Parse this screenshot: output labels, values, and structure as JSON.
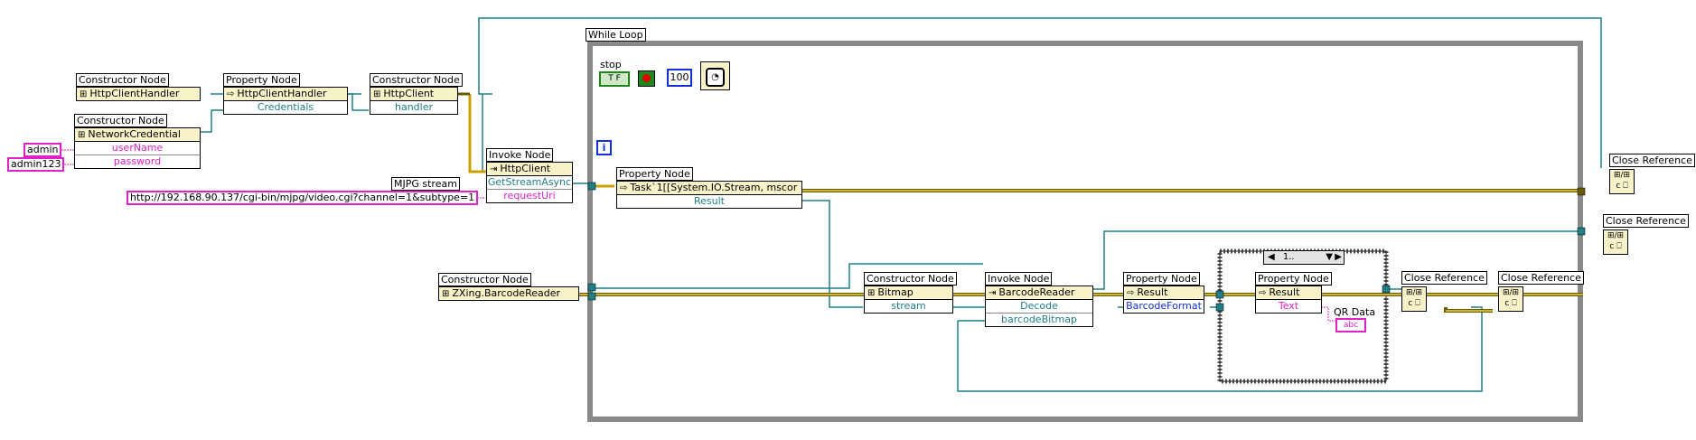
{
  "loop": {
    "title": "While Loop"
  },
  "stop": {
    "label": "stop",
    "value": "T F"
  },
  "timer": {
    "value": "100"
  },
  "iteration": {
    "symbol": "i"
  },
  "nodes": {
    "httpclienthandler": {
      "header": "Constructor Node",
      "item": "HttpClientHandler"
    },
    "networkcredential": {
      "header": "Constructor Node",
      "item": "NetworkCredential",
      "inputs": [
        "userName",
        "password"
      ]
    },
    "prop_handler": {
      "header": "Property Node",
      "item": "HttpClientHandler",
      "property": "Credentials"
    },
    "httpclient": {
      "header": "Constructor Node",
      "item": "HttpClient",
      "input": "handler"
    },
    "invoke_http": {
      "header": "Invoke Node",
      "item": "HttpClient",
      "method": "GetStreamAsync",
      "input": "requestUri"
    },
    "prop_task": {
      "header": "Property Node",
      "item": "Task`1[[System.IO.Stream, mscor",
      "property": "Result"
    },
    "barcodereader_ctor": {
      "header": "Constructor Node",
      "item": "ZXing.BarcodeReader"
    },
    "bitmap": {
      "header": "Constructor Node",
      "item": "Bitmap",
      "input": "stream"
    },
    "invoke_decode": {
      "header": "Invoke Node",
      "item": "BarcodeReader",
      "method": "Decode",
      "input": "barcodeBitmap"
    },
    "prop_result": {
      "header": "Property Node",
      "item": "Result",
      "property": "BarcodeFormat"
    },
    "prop_text": {
      "header": "Property Node",
      "item": "Result",
      "property": "Text"
    }
  },
  "constants": {
    "username": "admin",
    "password": "admin123",
    "url_label": "MJPG stream",
    "url": "http://192.168.90.137/cgi-bin/mjpg/video.cgi?channel=1&subtype=1"
  },
  "case": {
    "selector": "1.."
  },
  "qr": {
    "label": "QR Data",
    "indicator": "abc"
  },
  "close_refs": [
    "Close Reference",
    "Close Reference",
    "Close Reference",
    "Close Reference"
  ],
  "colors": {
    "wire_ref": "#1f7f86",
    "wire_string": "#e020c8",
    "loop_border": "#8a8a8a",
    "node_header": "#f7f2c8"
  }
}
